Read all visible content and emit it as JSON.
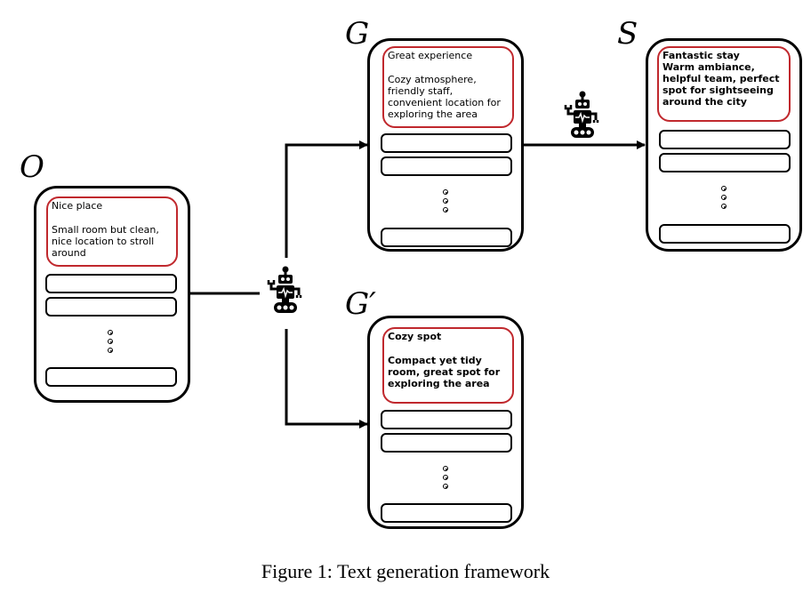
{
  "labels": {
    "o": "O",
    "g": "G",
    "s": "S",
    "g_prime": "G′"
  },
  "cards": {
    "o": {
      "title": "Nice place",
      "body": "Small room but clean, nice location to stroll around"
    },
    "g": {
      "title": "Great experience",
      "body": "Cozy atmosphere, friendly staff, convenient location for exploring the area"
    },
    "s": {
      "title": "Fantastic stay",
      "body": "Warm ambiance, helpful team, perfect spot for sightseeing around the city"
    },
    "g_prime": {
      "title": "Cozy spot",
      "body": "Compact yet tidy room, great spot for exploring the area"
    }
  },
  "icons": {
    "robot": "robot-icon",
    "arrow": "arrow-icon"
  },
  "colors": {
    "review_border": "#c0282d",
    "line": "#000000"
  },
  "caption": "Figure 1: Text generation framework"
}
